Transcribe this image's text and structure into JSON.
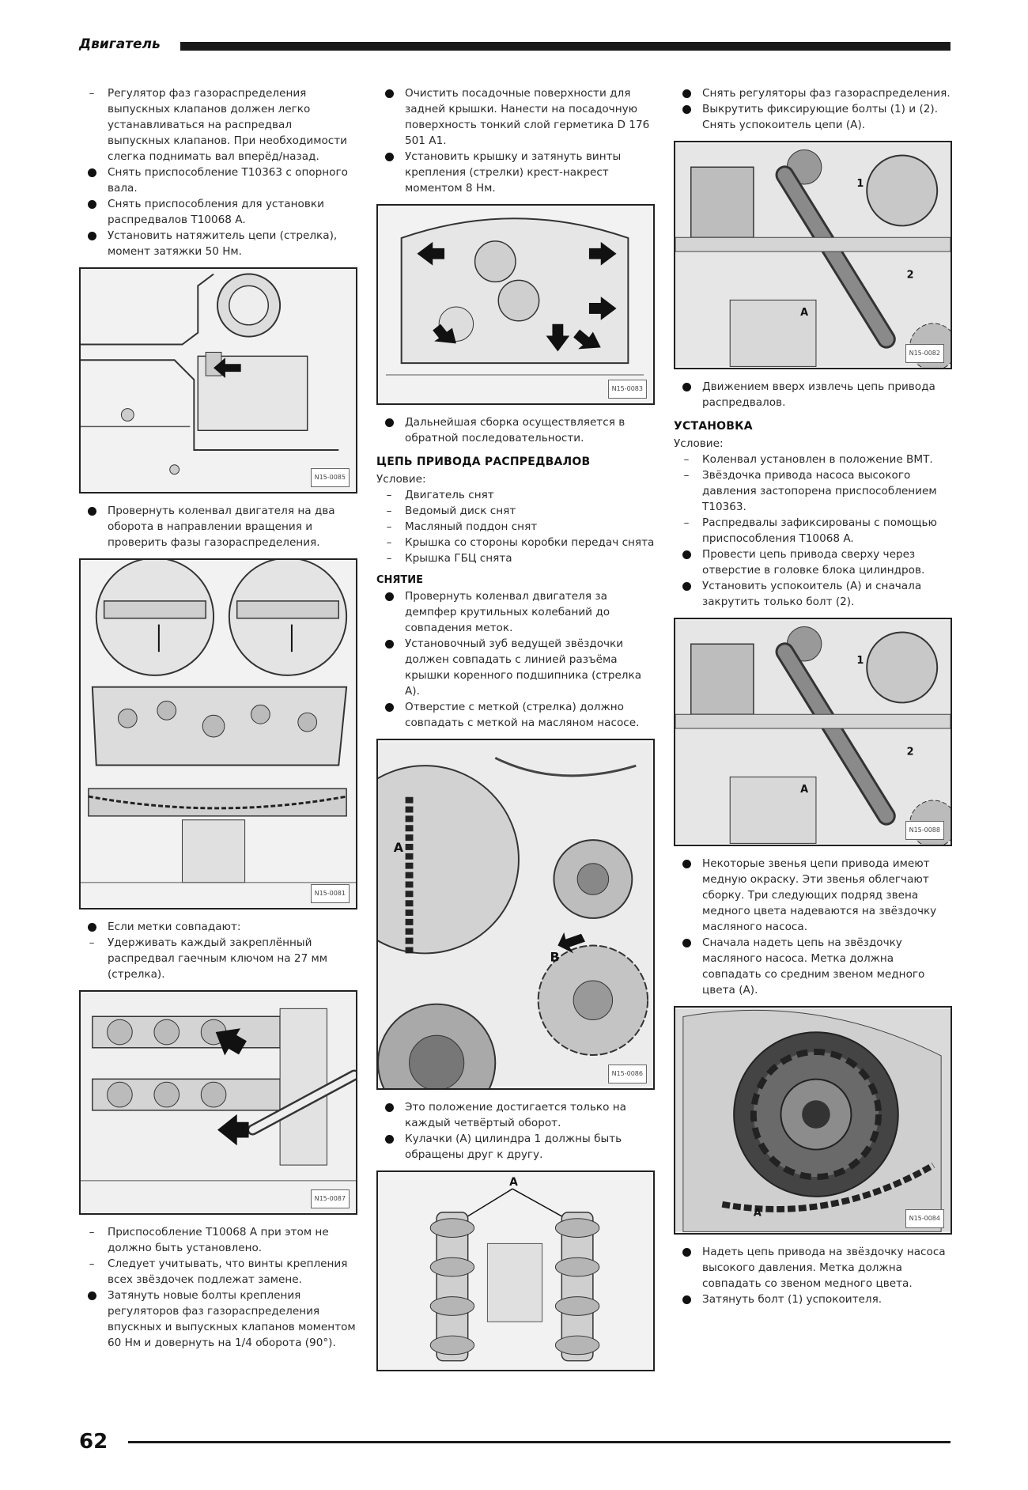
{
  "header": {
    "title": "Двигатель"
  },
  "page_number": "62",
  "col1": {
    "p1": "Регулятор фаз газораспределения выпускных клапанов должен легко устанавливаться на распредвал выпускных клапанов. При необходимости слегка поднимать вал вперёд/назад.",
    "p2": "Снять приспособление T10363 с опорного вала.",
    "p3": "Снять приспособления для установки распредвалов T10068 A.",
    "p4": "Установить натяжитель цепи (стрелка), момент затяжки 50 Нм.",
    "p5": "Провернуть коленвал двигателя на два оборота в направлении вращения и проверить фазы газораспределения.",
    "p6": "Если метки совпадают:",
    "p7": "Удерживать каждый закреплённый распредвал гаечным ключом на 27 мм (стрелка).",
    "p8": "Приспособление T10068 A при этом не должно быть установлено.",
    "p9": "Следует учитывать, что винты крепления всех звёздочек подлежат замене.",
    "p10": "Затянуть новые болты крепления регуляторов фаз газораспределения впускных и выпускных клапанов моментом 60 Нм и довернуть на 1/4 оборота (90°)."
  },
  "col2": {
    "p1": "Очистить посадочные поверхности для задней крышки. Нанести на посадочную поверхность тонкий слой герметика D 176 501 A1.",
    "p2": "Установить крышку и затянуть винты крепления (стрелки) крест-накрест моментом 8 Нм.",
    "p3": "Дальнейшая сборка осуществляется в обратной последовательности.",
    "section": "ЦЕПЬ ПРИВОДА РАСПРЕДВАЛОВ",
    "cond_label": "Условие:",
    "c1": "Двигатель снят",
    "c2": "Ведомый диск снят",
    "c3": "Масляный поддон снят",
    "c4": "Крышка со стороны коробки передач снята",
    "c5": "Крышка ГБЦ снята",
    "removal": "СНЯТИЕ",
    "p4": "Провернуть коленвал двигателя за демпфер крутильных колебаний до совпадения меток.",
    "p5": "Установочный зуб ведущей звёздочки должен совпадать с линией разъёма крышки коренного подшипника (стрелка А).",
    "p6": "Отверстие с меткой (стрелка) должно совпадать с меткой на масляном насосе.",
    "p7": "Это положение достигается только на каждый четвёртый оборот.",
    "p8": "Кулачки (A) цилиндра 1 должны быть обращены друг к другу."
  },
  "col3": {
    "p1": "Снять регуляторы фаз газораспределения.",
    "p2": "Выкрутить фиксирующие болты (1) и (2). Снять успокоитель цепи (A).",
    "p3": "Движением вверх извлечь цепь привода распредвалов.",
    "install": "УСТАНОВКА",
    "cond_label": "Условие:",
    "c1": "Коленвал установлен в положение ВМТ.",
    "c2": "Звёздочка привода насоса высокого давления застопорена приспособлением T10363.",
    "c3": "Распредвалы зафиксированы с помощью приспособления T10068 A.",
    "p4": "Провести цепь привода сверху через отверстие в головке блока цилиндров.",
    "p5": "Установить успокоитель (A) и сначала закрутить только болт (2).",
    "p6": "Некоторые звенья цепи привода имеют медную окраску. Эти звенья облегчают сборку. Три следующих подряд звена медного цвета надеваются на звёздочку масляного насоса.",
    "p7": "Сначала надеть цепь на звёздочку масляного насоса. Метка должна совпадать со средним звеном медного цвета (A).",
    "p8": "Надеть цепь привода на звёздочку насоса высокого давления. Метка должна совпадать со звеном медного цвета.",
    "p9": "Затянуть болт (1) успокоителя."
  },
  "figure_labels": {
    "one": "1",
    "two": "2",
    "A": "A",
    "B": "B",
    "code1": "N15-0085",
    "code2": "N15-0081",
    "code3": "N15-0087",
    "code4": "N15-0083",
    "code5": "N15-0086",
    "code6": "N15-0082",
    "code7": "N15-0088",
    "code8": "N15-0084"
  }
}
